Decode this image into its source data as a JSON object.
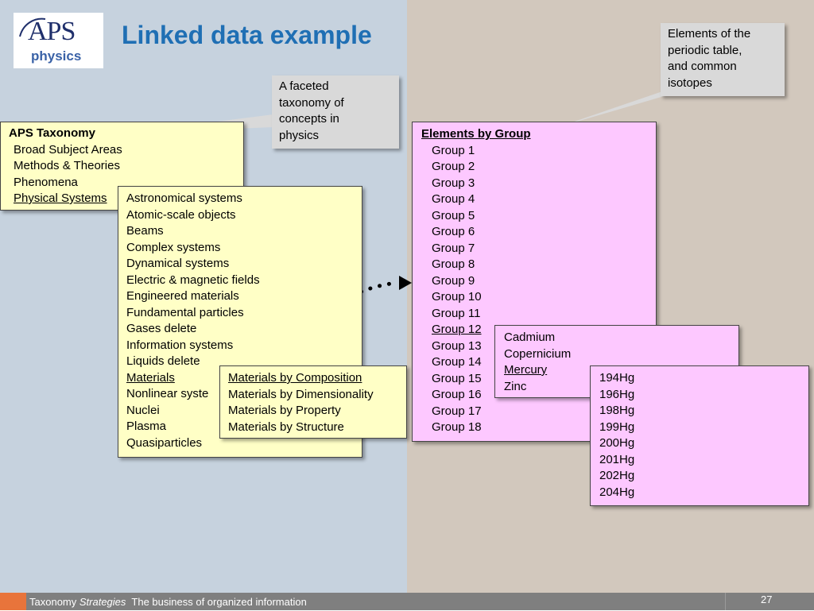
{
  "slide": {
    "title": "Linked data example",
    "logo": {
      "top": "APS",
      "bottom": "physics"
    }
  },
  "callouts": {
    "taxonomy": [
      "A faceted",
      "taxonomy of",
      "concepts in",
      "physics"
    ],
    "periodic": [
      "Elements of the",
      "periodic table,",
      "and common",
      "isotopes"
    ]
  },
  "aps_taxonomy": {
    "heading": "APS Taxonomy",
    "items": [
      "Broad Subject Areas",
      "Methods & Theories",
      "Phenomena",
      "Physical Systems"
    ]
  },
  "physical_systems": [
    "Astronomical systems",
    "Atomic-scale objects",
    "Beams",
    "Complex systems",
    "Dynamical systems",
    "Electric & magnetic fields",
    "Engineered materials",
    "Fundamental particles",
    "Gases delete",
    "Information systems",
    "Liquids delete",
    "Materials",
    "Nonlinear syste",
    "Nuclei",
    "Plasma",
    "Quasiparticles"
  ],
  "materials": [
    "Materials by Composition",
    "Materials by Dimensionality",
    "Materials by Property",
    "Materials by Structure"
  ],
  "elements": {
    "heading": "Elements by Group",
    "groups": [
      "Group 1",
      "Group 2",
      "Group 3",
      "Group 4",
      "Group 5",
      "Group 6",
      "Group 7",
      "Group 8",
      "Group 9",
      "Group 10",
      "Group 11",
      "Group 12",
      "Group 13",
      "Group 14",
      "Group 15",
      "Group 16",
      "Group 17",
      "Group 18"
    ]
  },
  "group12": [
    "Cadmium",
    "Copernicium",
    "Mercury",
    "Zinc"
  ],
  "isotopes": [
    "194Hg",
    "196Hg",
    "198Hg",
    "199Hg",
    "200Hg",
    "201Hg",
    "202Hg",
    "204Hg"
  ],
  "footer": {
    "brand_a": "Taxonomy ",
    "brand_b": "Strategies",
    "tagline": "  The business of organized information",
    "page": "27"
  },
  "colors": {
    "title": "#1f6fb4",
    "yellow_box": "#ffffc6",
    "pink_box": "#fdc8ff",
    "callout": "#d9d9d9"
  }
}
